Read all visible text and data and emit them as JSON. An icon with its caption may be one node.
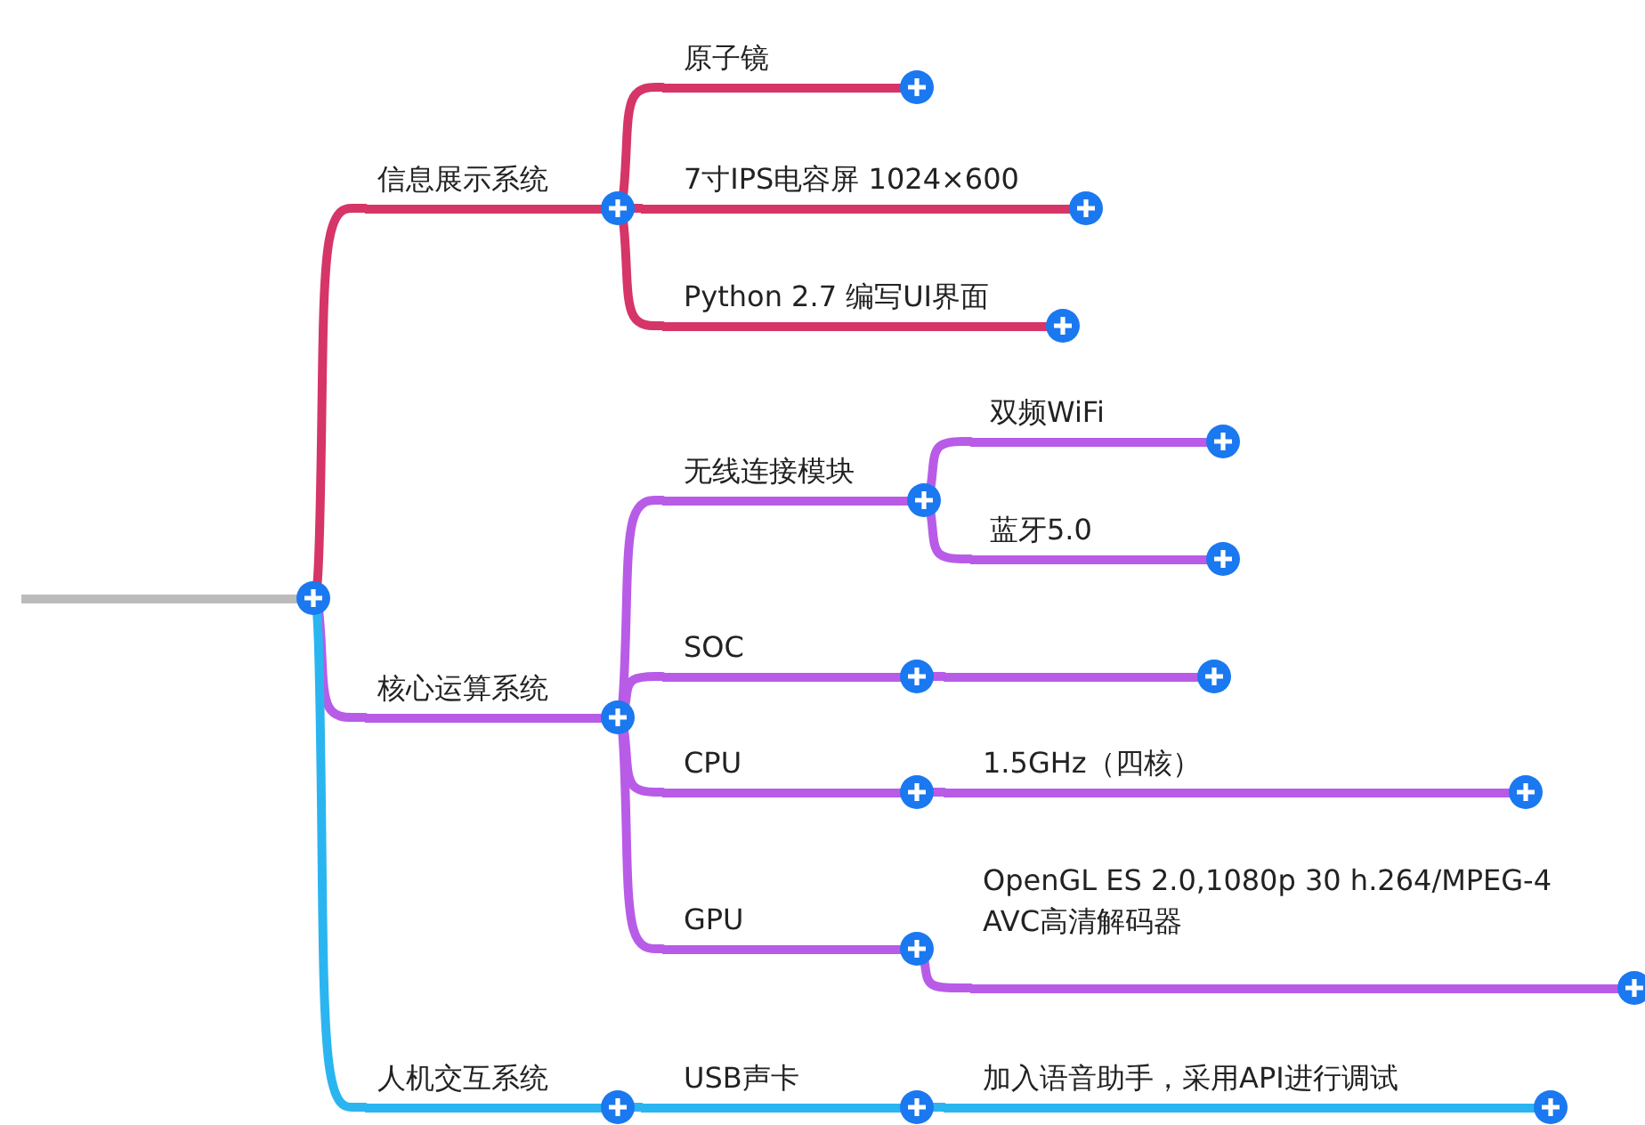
{
  "diagram": {
    "nodes": [
      {
        "text": [],
        "shape": "bar"
      },
      {
        "text": [
          "信息展示系统"
        ]
      },
      {
        "text": [
          "原子镜"
        ]
      },
      {
        "text": [
          "7寸IPS电容屏  1024×600"
        ]
      },
      {
        "text": [
          "Python 2.7 编写UI界面"
        ]
      },
      {
        "text": [
          "核心运算系统"
        ]
      },
      {
        "text": [
          "无线连接模块"
        ]
      },
      {
        "text": [
          "双频WiFi"
        ]
      },
      {
        "text": [
          "蓝牙5.0"
        ]
      },
      {
        "text": [
          "SOC"
        ]
      },
      {
        "text": [],
        "shape": "bar"
      },
      {
        "text": [
          "CPU"
        ]
      },
      {
        "text": [
          "1.5GHz（四核）"
        ]
      },
      {
        "text": [
          "GPU"
        ]
      },
      {
        "text": [
          "OpenGL ES 2.0,1080p 30 h.264/MPEG-4 AVC高清解码器"
        ]
      },
      {
        "text": [
          "人机交互系统"
        ]
      },
      {
        "text": [
          "USB声卡"
        ]
      },
      {
        "text": [
          "加入语音助手，采用API进行调试"
        ]
      }
    ],
    "edges": [
      {
        "from": 0,
        "to": 1,
        "arrow": "none",
        "color": "#d63567"
      },
      {
        "from": 1,
        "to": 2,
        "arrow": "none",
        "color": "#d63567"
      },
      {
        "from": 1,
        "to": 3,
        "arrow": "none",
        "color": "#d63567"
      },
      {
        "from": 1,
        "to": 4,
        "arrow": "none",
        "color": "#d63567"
      },
      {
        "from": 0,
        "to": 5,
        "arrow": "none"
      },
      {
        "from": 5,
        "to": 6,
        "arrow": "none"
      },
      {
        "from": 6,
        "to": 7,
        "arrow": "none"
      },
      {
        "from": 6,
        "to": 8,
        "arrow": "none"
      },
      {
        "from": 5,
        "to": 9,
        "arrow": "none"
      },
      {
        "from": 9,
        "to": 10,
        "arrow": "none"
      },
      {
        "from": 5,
        "to": 11,
        "arrow": "none"
      },
      {
        "from": 11,
        "to": 12,
        "arrow": "none"
      },
      {
        "from": 5,
        "to": 13,
        "arrow": "none"
      },
      {
        "from": 13,
        "to": 14,
        "arrow": "none"
      },
      {
        "from": 0,
        "to": 15,
        "arrow": "none",
        "color": "#2bb5f0"
      },
      {
        "from": 15,
        "to": 16,
        "arrow": "none",
        "color": "#2bb5f0"
      },
      {
        "from": 16,
        "to": 17,
        "arrow": "none",
        "color": "#2bb5f0"
      }
    ]
  }
}
